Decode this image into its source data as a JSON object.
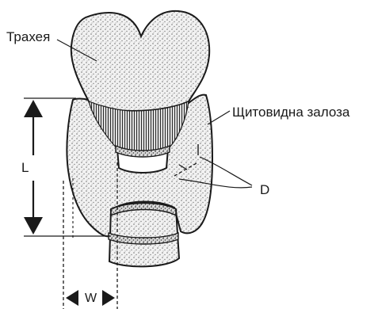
{
  "labels": {
    "trachea": "Трахея",
    "thyroid": "Щитовидна залоза",
    "d": "D",
    "l": "L",
    "w": "W"
  },
  "colors": {
    "ink": "#1a1a1a",
    "background": "#ffffff"
  }
}
